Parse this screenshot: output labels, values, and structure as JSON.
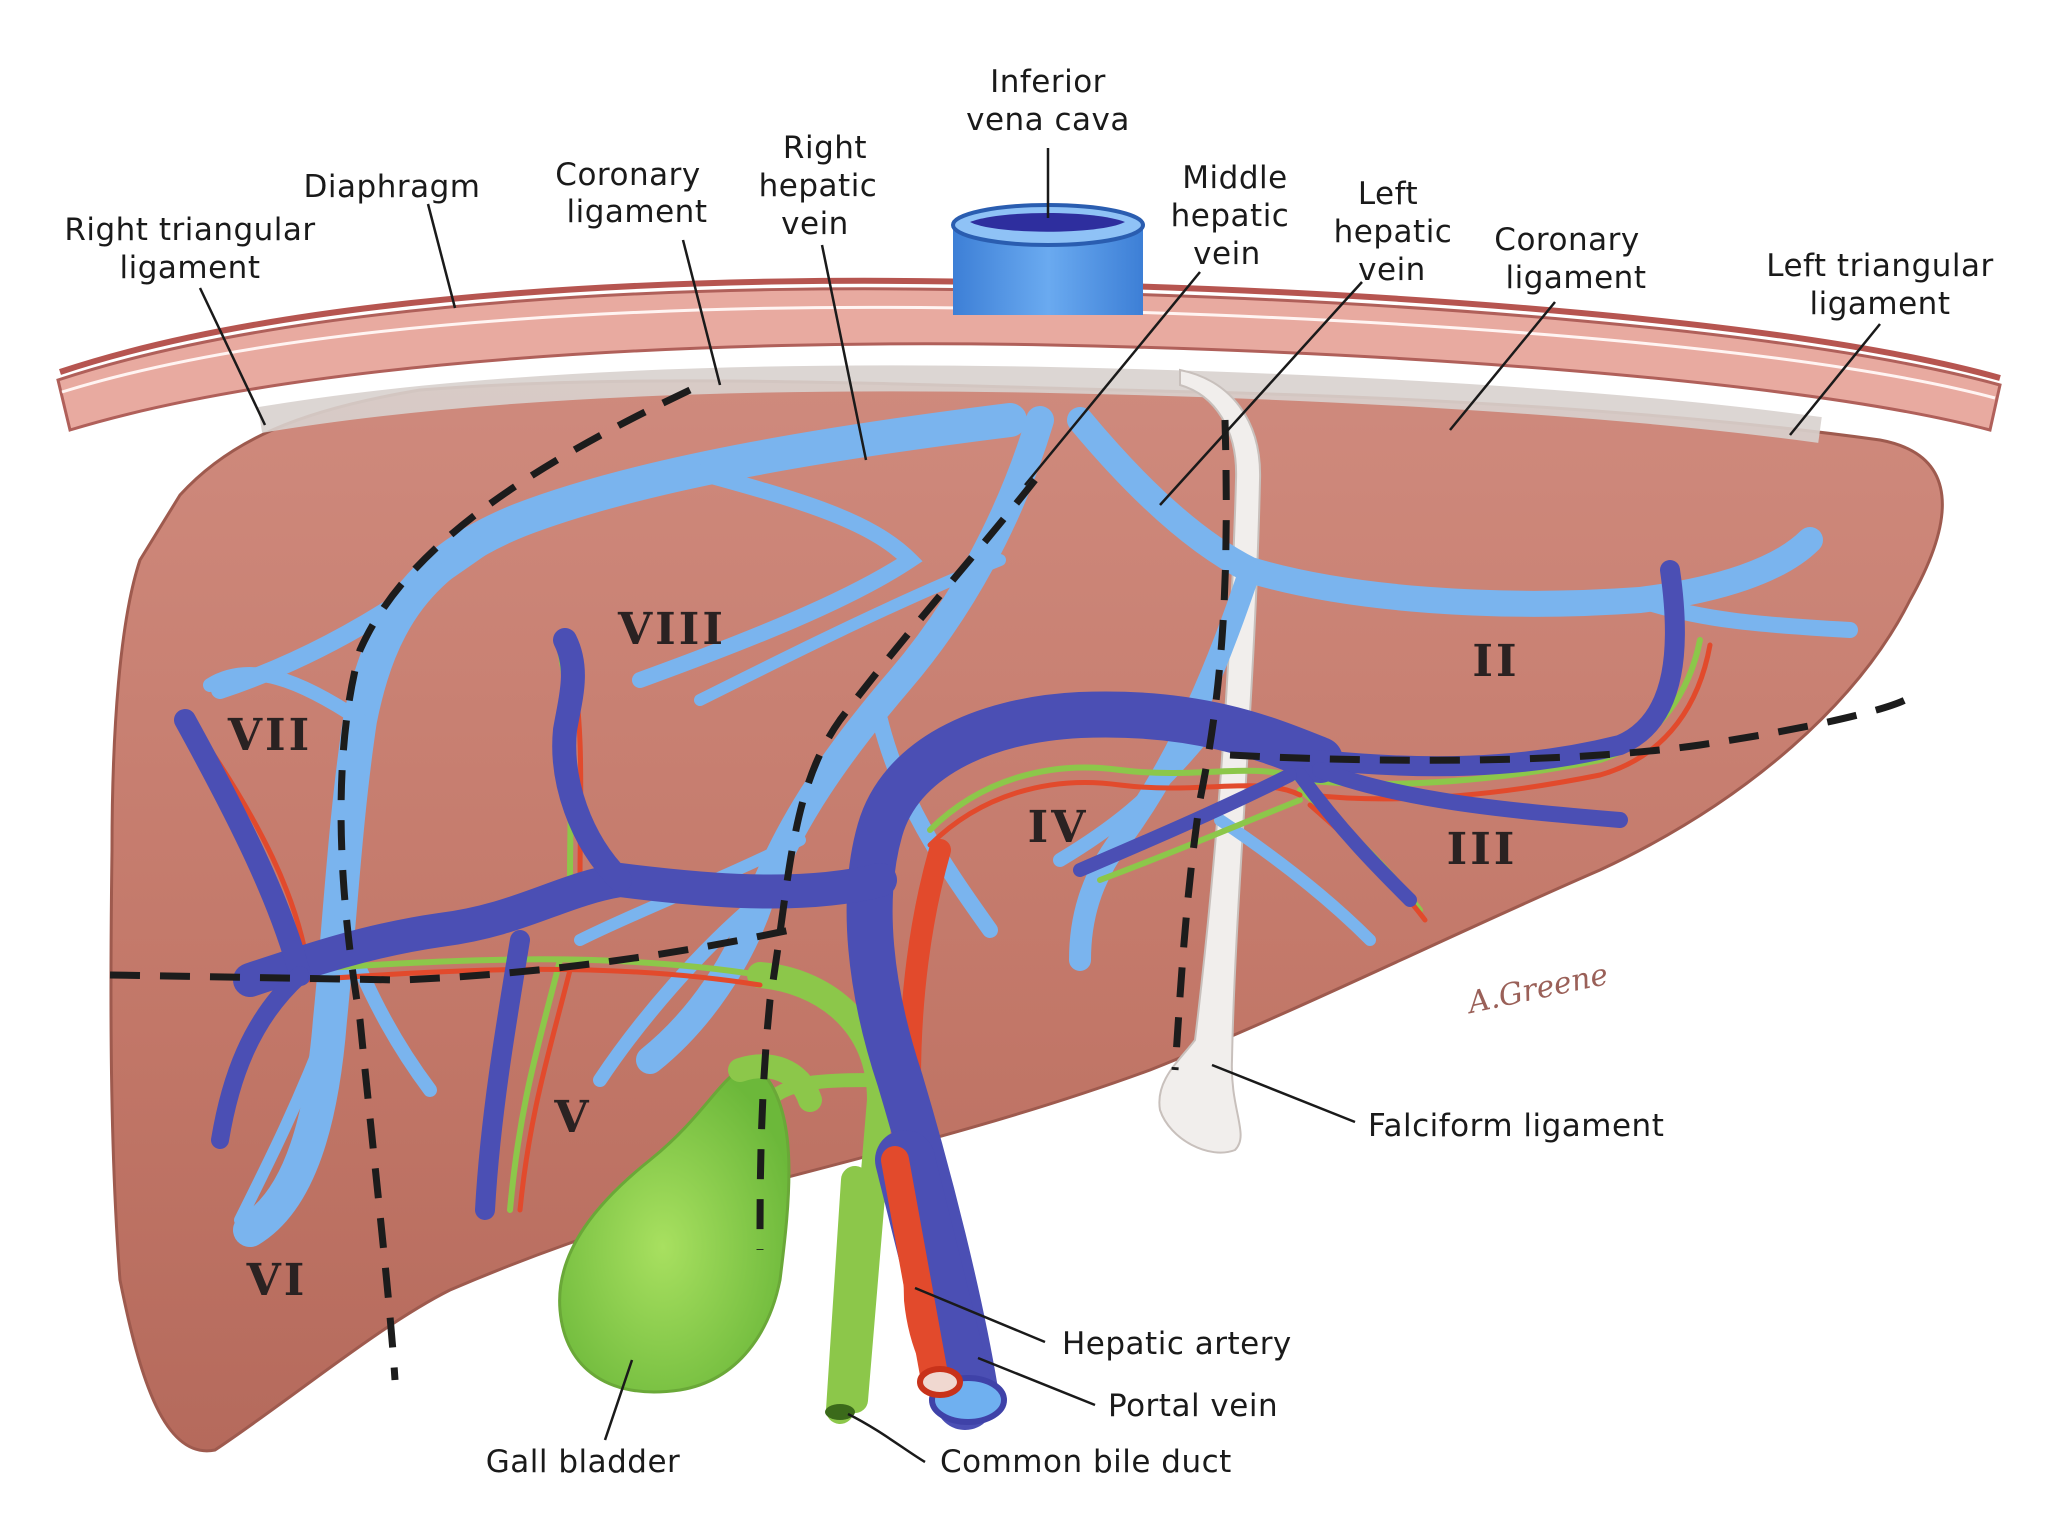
{
  "labels": {
    "ivc_line1": "Inferior",
    "ivc_line2": "vena cava",
    "diaphragm": "Diaphragm",
    "coronary_l_line1": "Coronary",
    "coronary_l_line2": "ligament",
    "rhv_line1": "Right",
    "rhv_line2": "hepatic",
    "rhv_line3": "vein",
    "mhv_line1": "Middle",
    "mhv_line2": "hepatic",
    "mhv_line3": "vein",
    "lhv_line1": "Left",
    "lhv_line2": "hepatic",
    "lhv_line3": "vein",
    "coronary_r_line1": "Coronary",
    "coronary_r_line2": "ligament",
    "rtl_line1": "Right triangular",
    "rtl_line2": "ligament",
    "ltl_line1": "Left triangular",
    "ltl_line2": "ligament",
    "falciform": "Falciform ligament",
    "hepatic_artery": "Hepatic artery",
    "portal_vein": "Portal vein",
    "common_bile_duct": "Common bile duct",
    "gall_bladder": "Gall bladder"
  },
  "segments": {
    "s2": "II",
    "s3": "III",
    "s4": "IV",
    "s5": "V",
    "s6": "VI",
    "s7": "VII",
    "s8": "VIII"
  },
  "signature": "A.Greene",
  "colors": {
    "liver": "#c98073",
    "diaphragm": "#e6a79c",
    "hepatic_vein": "#7ab4ee",
    "portal_vein": "#4b4fb4",
    "artery": "#e24a2c",
    "bile": "#8cc74a",
    "gall_bladder": "#8cd24a",
    "ivc": "#4a8ee0"
  }
}
